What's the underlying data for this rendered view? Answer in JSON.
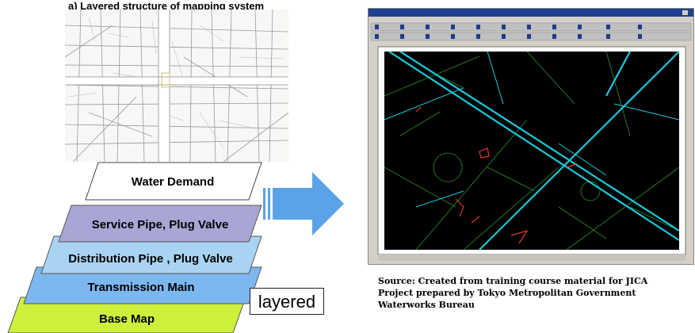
{
  "header": {
    "title": "a) Layered structure of mapping system"
  },
  "layers": [
    {
      "label": "Water Demand",
      "color": "#ffffff"
    },
    {
      "label": "Service Pipe, Plug Valve",
      "color": "#a9a6d6"
    },
    {
      "label": "Distribution Pipe , Plug Valve",
      "color": "#a9d3f2"
    },
    {
      "label": "Transmission Main",
      "color": "#7cb7f0"
    },
    {
      "label": "Base Map",
      "color": "#ccf03c"
    }
  ],
  "layered_label": "layered",
  "arrow_color": "#5ba3e8",
  "source_note": "Source:   Created from training course material for JICA\nProject prepared by  Tokyo Metropolitan Government\nWaterworks Bureau",
  "gis_colors": {
    "background": "#000000",
    "main_pipe": "#1ec8d8",
    "sub_pipe": "#2f8f2f",
    "valve": "#e03a2a"
  }
}
